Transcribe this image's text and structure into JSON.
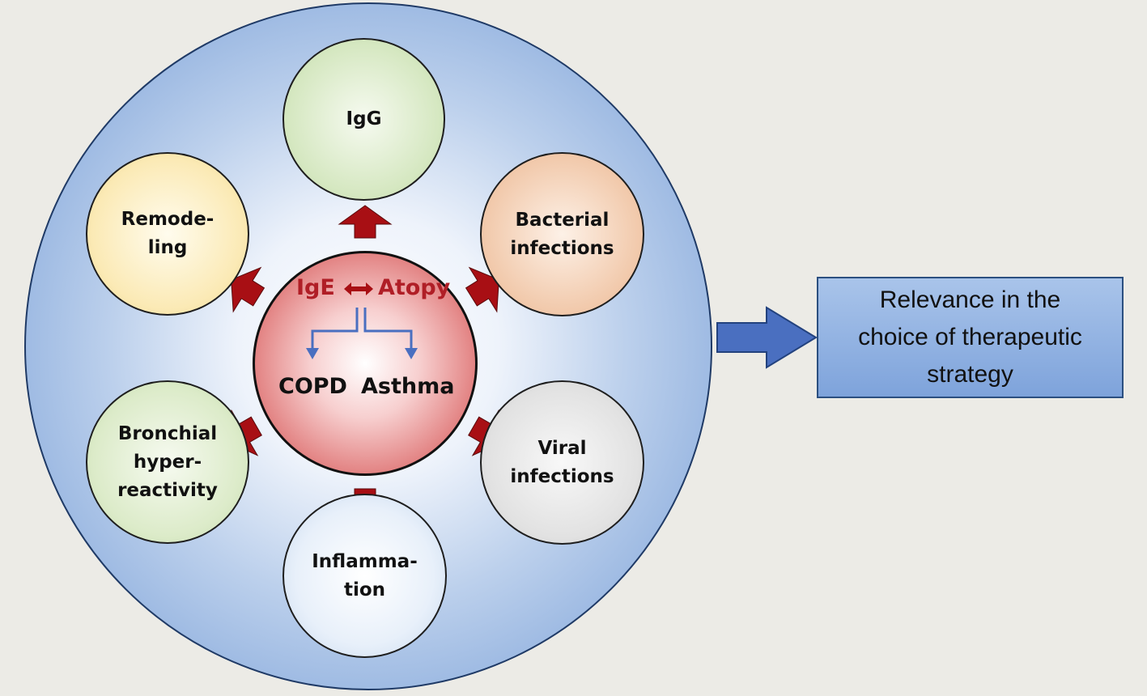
{
  "center": {
    "ige": "IgE",
    "atopy": "Atopy",
    "copd": "COPD",
    "asthma": "Asthma"
  },
  "nodes": {
    "igg": [
      "IgG"
    ],
    "bacterial": [
      "Bacterial",
      "infections"
    ],
    "viral": [
      "Viral",
      "infections"
    ],
    "inflammation": [
      "Inflamma-",
      "tion"
    ],
    "bronchial": [
      "Bronchial",
      "hyper-",
      "reactivity"
    ],
    "remodeling": [
      "Remode-",
      "ling"
    ]
  },
  "outcome": {
    "lines": [
      "Relevance in the",
      "choice of therapeutic",
      "strategy"
    ]
  },
  "colors": {
    "arrow_red": "#a80f14",
    "ige_text": "#b01e26",
    "blue_arrow": "#4a6fc0",
    "outer_fill": "#a7c0e4"
  }
}
